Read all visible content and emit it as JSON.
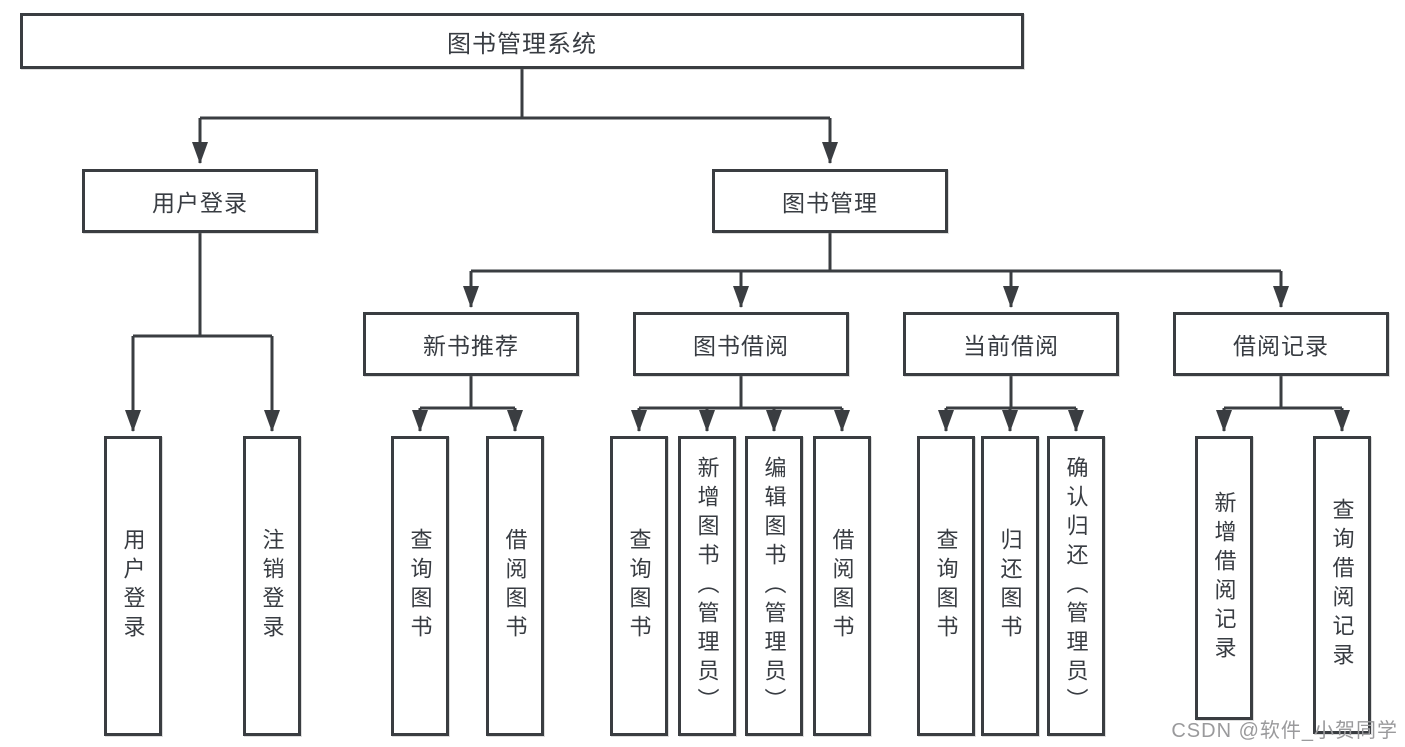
{
  "diagram": {
    "root": {
      "label": "图书管理系统"
    },
    "login_branch": {
      "label": "用户登录",
      "children": [
        {
          "label": "用户登录"
        },
        {
          "label": "注销登录"
        }
      ]
    },
    "management_branch": {
      "label": "图书管理",
      "sections": [
        {
          "label": "新书推荐",
          "children": [
            {
              "label": "查询图书"
            },
            {
              "label": "借阅图书"
            }
          ]
        },
        {
          "label": "图书借阅",
          "children": [
            {
              "label": "查询图书"
            },
            {
              "label": "新增图书（管理员）"
            },
            {
              "label": "编辑图书（管理员）"
            },
            {
              "label": "借阅图书"
            }
          ]
        },
        {
          "label": "当前借阅",
          "children": [
            {
              "label": "查询图书"
            },
            {
              "label": "归还图书"
            },
            {
              "label": "确认归还（管理员）"
            }
          ]
        },
        {
          "label": "借阅记录",
          "children": [
            {
              "label": "新增借阅记录"
            },
            {
              "label": "查询借阅记录"
            }
          ]
        }
      ]
    },
    "watermark": "CSDN @软件_小贺同学",
    "colors": {
      "line": "#3a3d41",
      "text": "#383c42",
      "watermark": "#9a9a9c",
      "background": "#ffffff"
    }
  }
}
